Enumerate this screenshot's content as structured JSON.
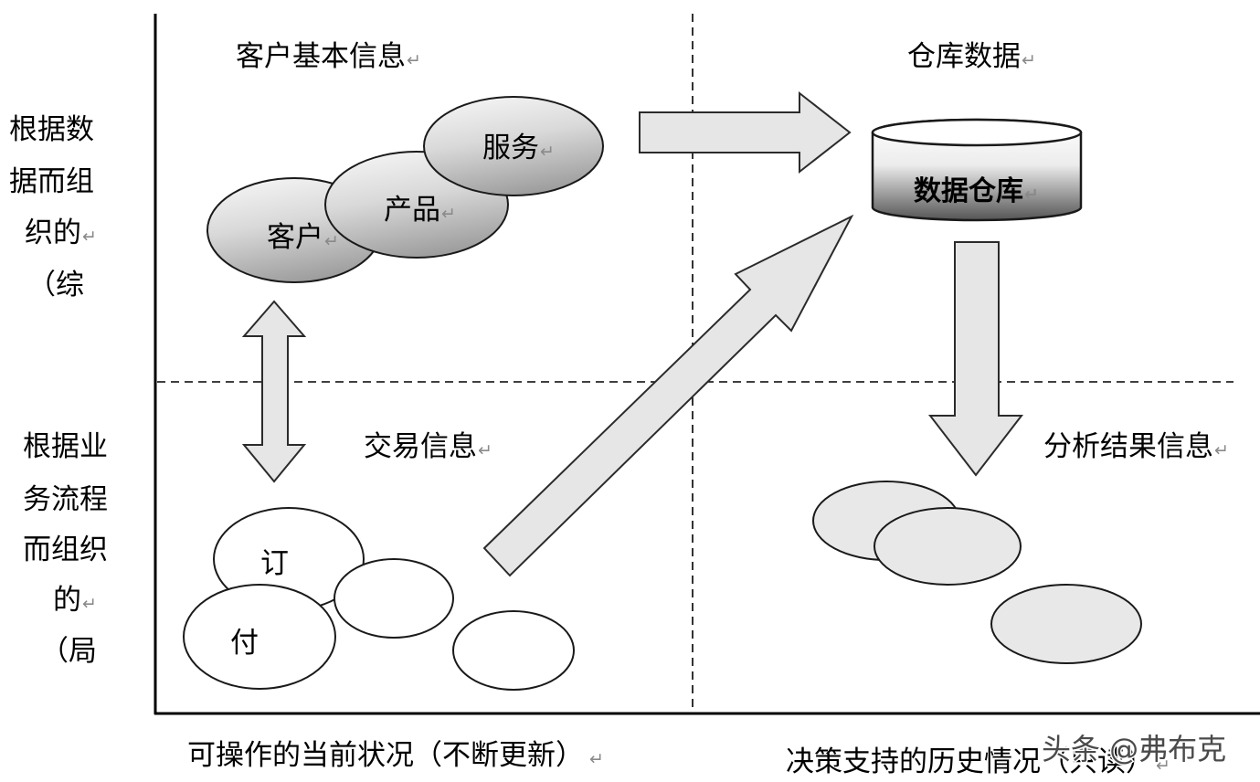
{
  "paragraph_mark": "↵",
  "quadrant_titles": {
    "customer_basic_info": "客户基本信息",
    "warehouse_data": "仓库数据",
    "transaction_info": "交易信息",
    "analysis_result_info": "分析结果信息"
  },
  "row_labels": {
    "upper": [
      "根据数",
      "据而组",
      "织的",
      "（综"
    ],
    "lower": [
      "根据业",
      "务流程",
      "而组织",
      "的",
      "（局"
    ]
  },
  "column_labels": {
    "left": "可操作的当前状况（不断更新）",
    "right": "决策支持的历史情况（只读）"
  },
  "customer_info_ellipses": [
    "客户",
    "产品",
    "服务"
  ],
  "data_warehouse_label": "数据仓库",
  "transaction_ellipses": [
    "订",
    "付"
  ],
  "watermark": "头条 @弗布克",
  "colors": {
    "line": "#000000",
    "arrow_fill": "#e6e6e6",
    "ellipse_light": "#f5f5f5",
    "ellipse_dark": "#9e9e9e",
    "cylinder_dark": "#555555",
    "analysis_ellipse_fill": "#e8e8e8",
    "paragraph_mark": "#8a8a8a",
    "watermark": "#4a4a4a"
  }
}
